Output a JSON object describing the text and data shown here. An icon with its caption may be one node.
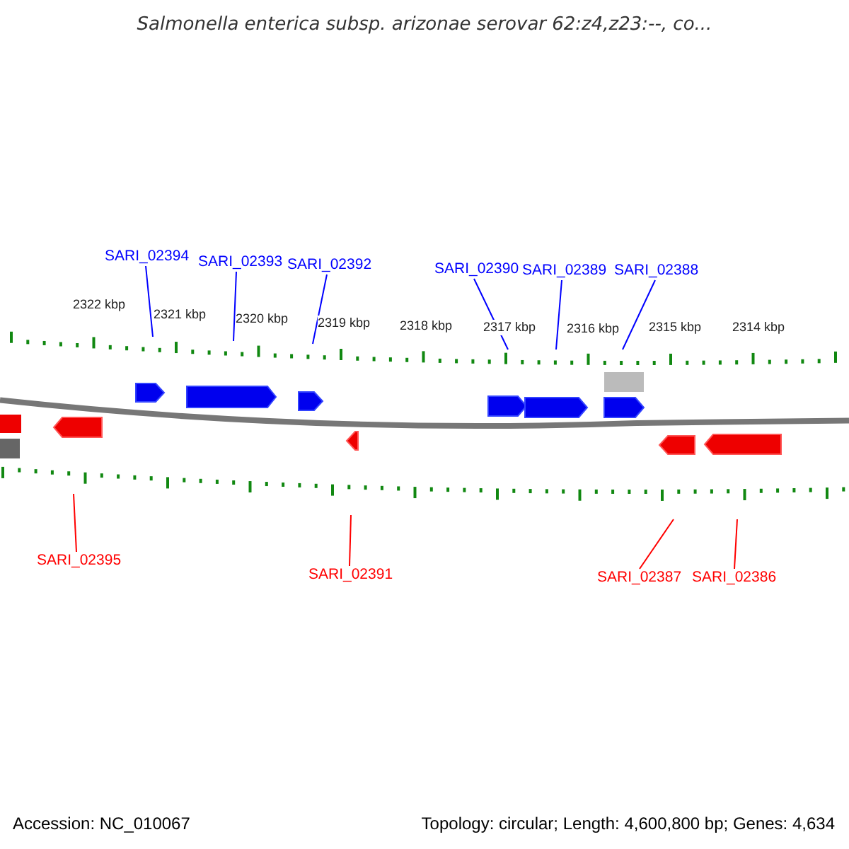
{
  "diagram": {
    "title": "Salmonella enterica subsp. arizonae serovar 62:z4,z23:--, co...",
    "nodes": [
      {
        "text": [
          "SARI_02394"
        ]
      },
      {
        "text": [
          "SARI_02393"
        ]
      },
      {
        "text": [
          "SARI_02392"
        ]
      },
      {
        "text": [
          "SARI_02390"
        ]
      },
      {
        "text": [
          "SARI_02389"
        ]
      },
      {
        "text": [
          "SARI_02388"
        ]
      },
      {
        "text": [
          "SARI_02395"
        ]
      },
      {
        "text": [
          "SARI_02391"
        ]
      },
      {
        "text": [
          "SARI_02387"
        ]
      },
      {
        "text": [
          "SARI_02386"
        ]
      }
    ],
    "edges": [
      {
        "from": 0,
        "to": null,
        "arrow": "none",
        "color": "#0000ff"
      },
      {
        "from": 1,
        "to": null,
        "arrow": "none",
        "color": "#0000ff"
      },
      {
        "from": 2,
        "to": null,
        "arrow": "none",
        "color": "#0000ff"
      },
      {
        "from": 3,
        "to": null,
        "arrow": "none",
        "color": "#0000ff"
      },
      {
        "from": 4,
        "to": null,
        "arrow": "none",
        "color": "#0000ff"
      },
      {
        "from": 5,
        "to": null,
        "arrow": "none",
        "color": "#0000ff"
      },
      {
        "from": 6,
        "to": null,
        "arrow": "none",
        "color": "#ff0000"
      },
      {
        "from": 7,
        "to": null,
        "arrow": "none",
        "color": "#ff0000"
      },
      {
        "from": 8,
        "to": null,
        "arrow": "none",
        "color": "#ff0000"
      },
      {
        "from": 9,
        "to": null,
        "arrow": "none",
        "color": "#ff0000"
      }
    ],
    "labels": [
      "2322 kbp",
      "2321 kbp",
      "2320 kbp",
      "2319 kbp",
      "2318 kbp",
      "2317 kbp",
      "2316 kbp",
      "2315 kbp",
      "2314 kbp",
      "Accession: NC_010067",
      "Topology: circular; Length: 4,600,800 bp; Genes: 4,634"
    ]
  }
}
